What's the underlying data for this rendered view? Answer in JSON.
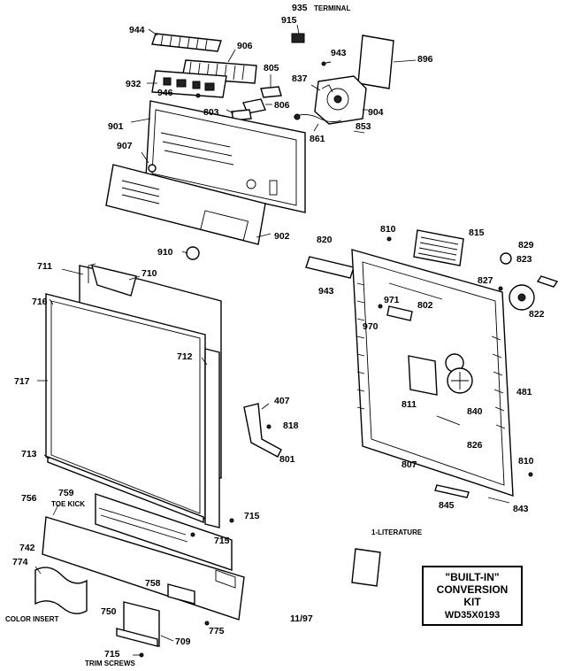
{
  "header": {
    "truncated_top": ""
  },
  "labels": {
    "p935": "935",
    "terminal": "TERMINAL",
    "p915": "915",
    "p944": "944",
    "p906": "906",
    "p943a": "943",
    "p896": "896",
    "p805": "805",
    "p837": "837",
    "p932": "932",
    "p946": "946",
    "p806": "806",
    "p904": "904",
    "p803": "803",
    "p901": "901",
    "p853": "853",
    "p861": "861",
    "p907": "907",
    "p810a": "810",
    "p815": "815",
    "p820": "820",
    "p829": "829",
    "p902": "902",
    "p910": "910",
    "p823": "823",
    "p711": "711",
    "p710": "710",
    "p827": "827",
    "p943b": "943",
    "p971": "971",
    "p802": "802",
    "p822": "822",
    "p716": "716",
    "p970": "970",
    "p712": "712",
    "p717": "717",
    "p481": "481",
    "p407": "407",
    "p811": "811",
    "p840": "840",
    "p818": "818",
    "p826": "826",
    "p713": "713",
    "p801": "801",
    "p810b": "810",
    "p807": "807",
    "p759": "759",
    "toe_kick": "TOE KICK",
    "p756": "756",
    "p845": "845",
    "p843": "843",
    "p715a": "715",
    "p715b": "715",
    "p742": "742",
    "literature": "1-LITERATURE",
    "p774": "774",
    "p758": "758",
    "color_insert": "COLOR INSERT",
    "p750": "750",
    "p775": "775",
    "p709": "709",
    "p715c": "715",
    "trim_screws": "TRIM SCREWS",
    "date": "11/97"
  },
  "kit_box": {
    "line1": "\"BUILT-IN\"",
    "line2": "CONVERSION",
    "line3": "KIT",
    "line4": "WD35X0193"
  },
  "colors": {
    "ink": "#000000",
    "paper": "#ffffff"
  }
}
